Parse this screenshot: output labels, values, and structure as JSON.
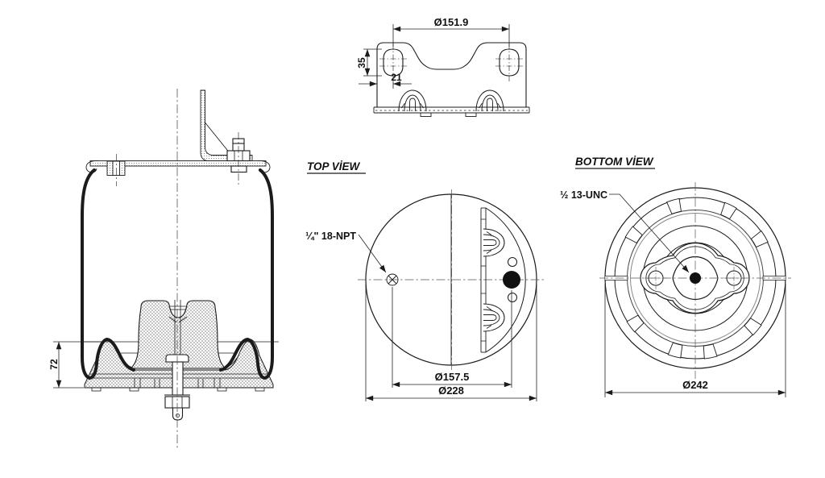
{
  "colors": {
    "line": "#1b1b1b",
    "background": "#ffffff"
  },
  "views": {
    "side": {
      "dim_height": "72"
    },
    "bracket": {
      "dim_bolt_spacing": "Ø151.9",
      "dim_slot_height": "35",
      "dim_edge_offset": "21"
    },
    "top": {
      "title": "TOP VİEW",
      "air_fitting_label": "¼\" 18-NPT",
      "dim_pitch": "Ø157.5",
      "dim_outer": "Ø228"
    },
    "bottom": {
      "title": "BOTTOM VİEW",
      "stud_label": "½ 13-UNC",
      "dim_outer": "Ø242"
    }
  }
}
